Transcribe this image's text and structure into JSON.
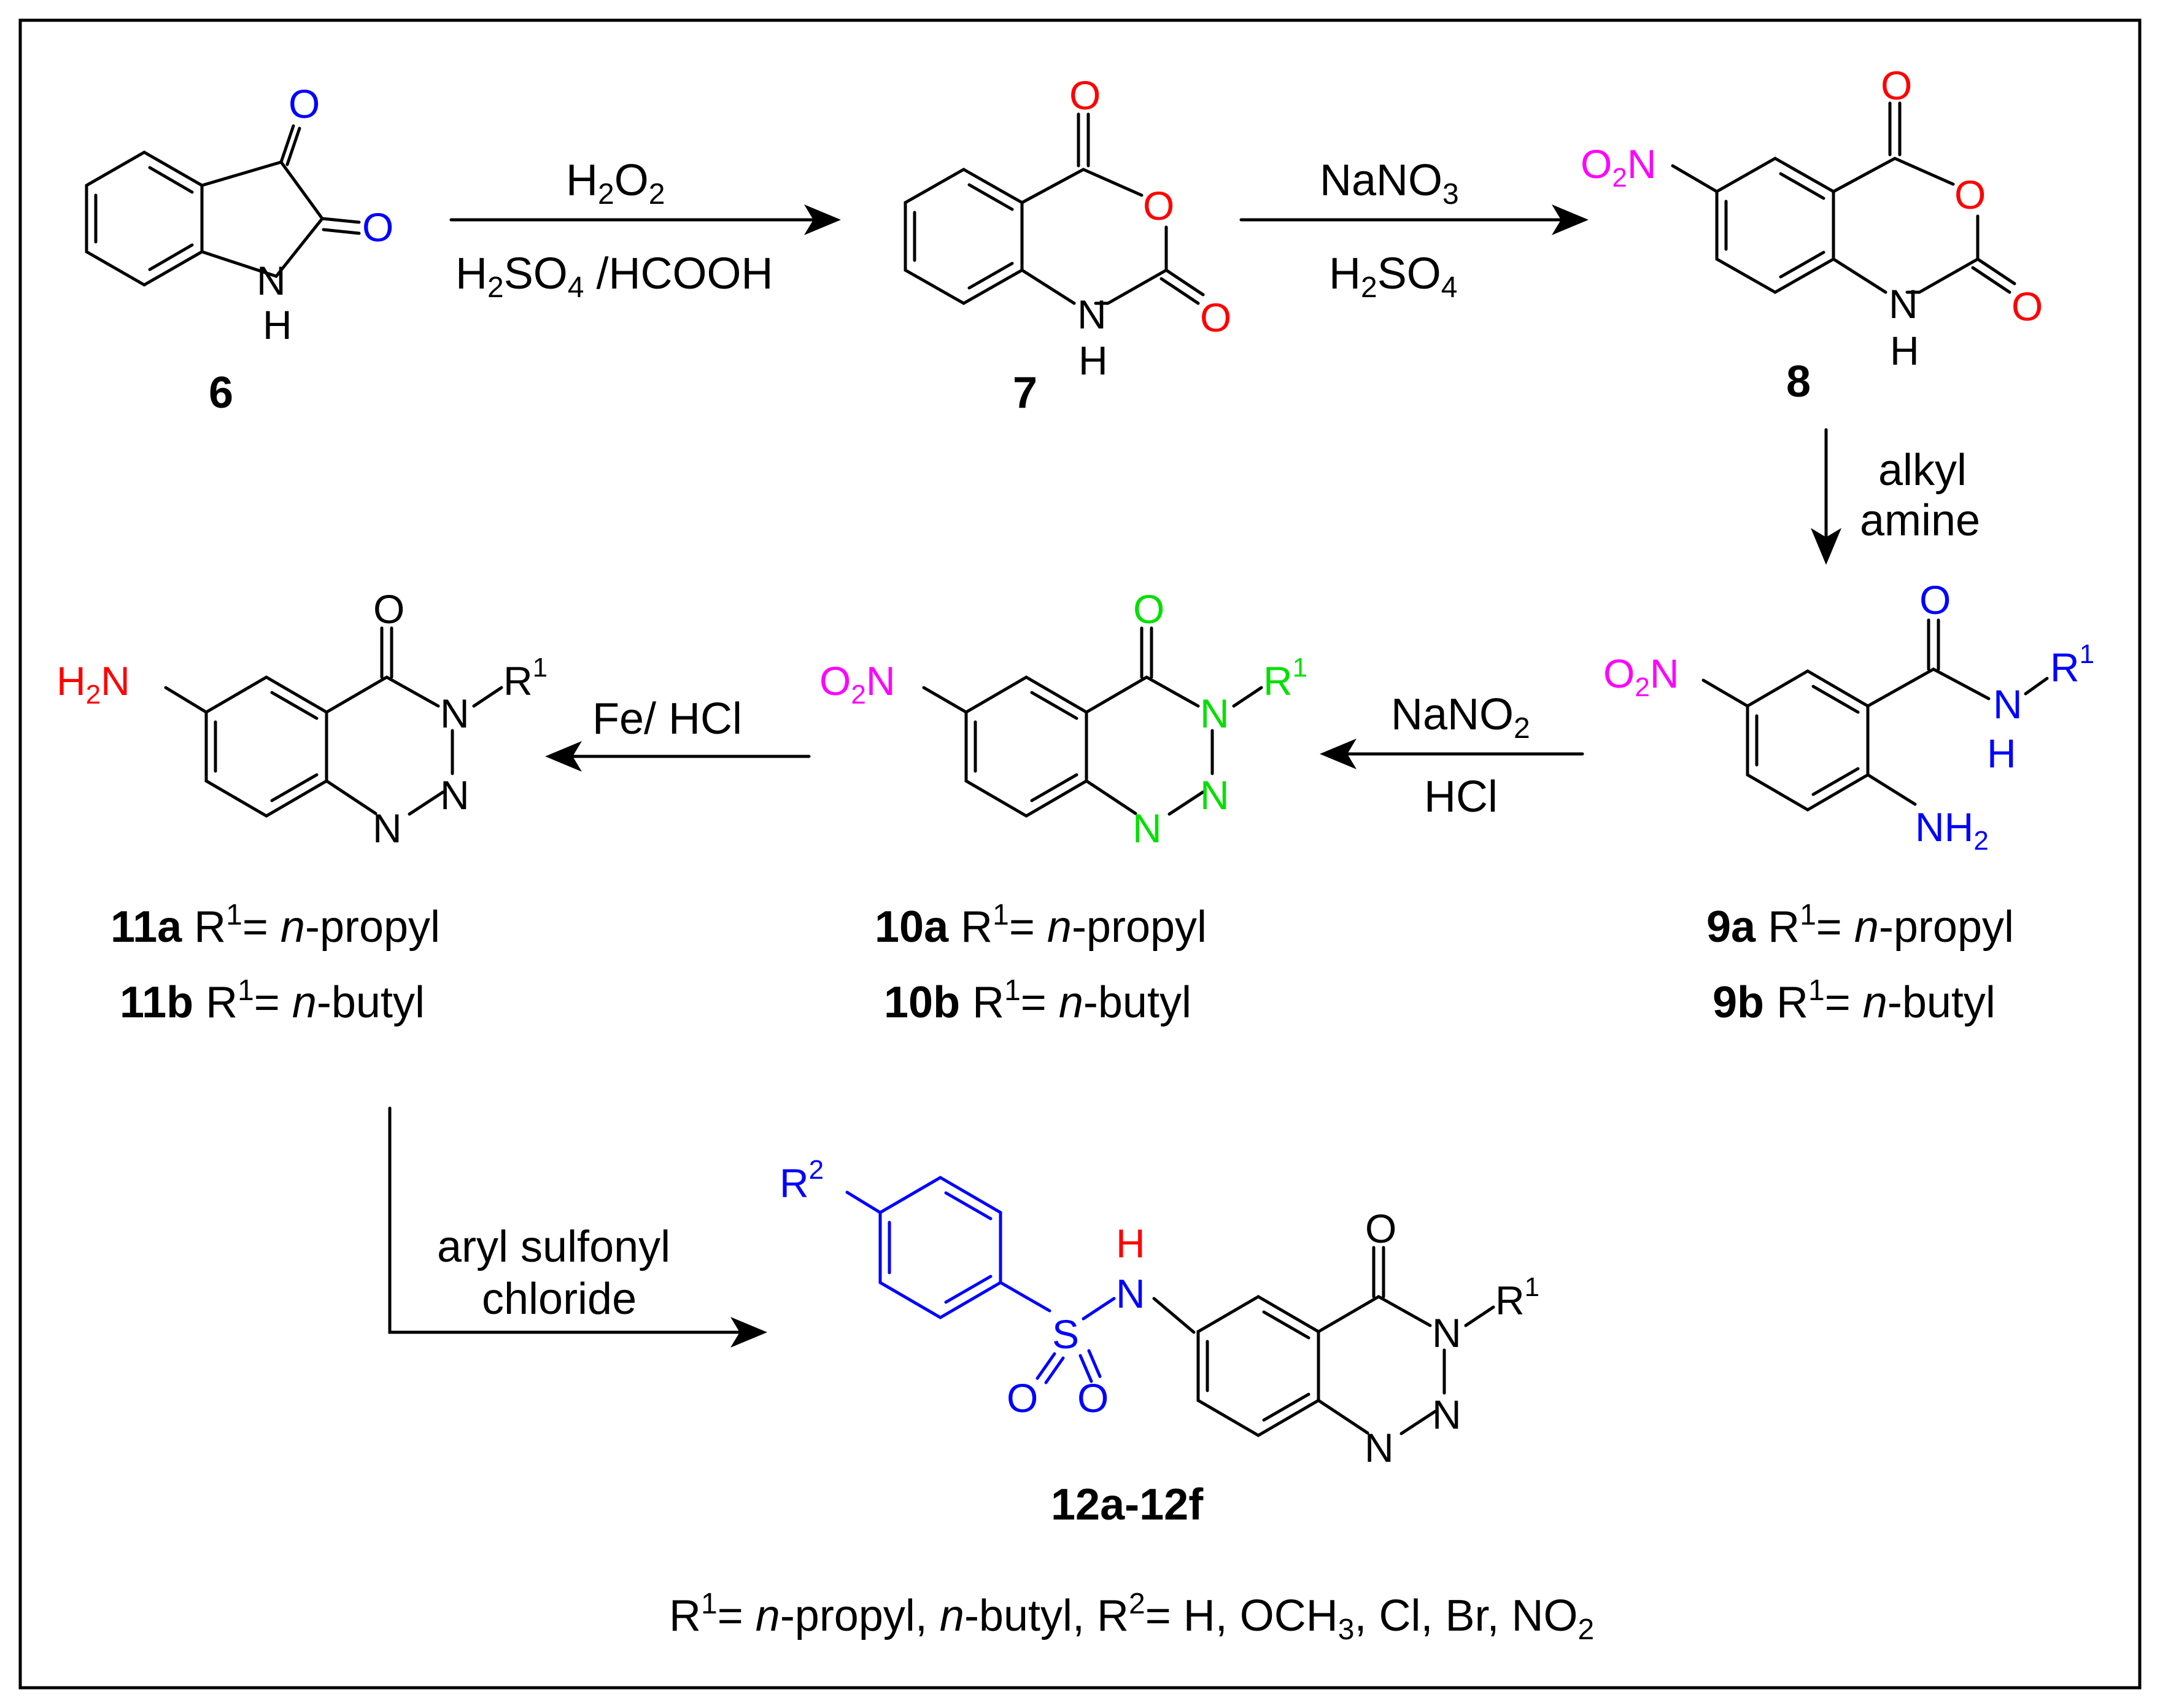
{
  "colors": {
    "o_isatin": "#0000ff",
    "o_anhydride": "#ff0000",
    "nitro": "#ff00ff",
    "amide_amine": "#0000ff",
    "triazinone": "#00e000",
    "aniline": "#ff0000",
    "sulfonyl": "#0000ff",
    "black": "#000000"
  },
  "atoms": {
    "O": "O",
    "N": "N",
    "H": "H",
    "S": "S",
    "R": "R",
    "sup1": "1",
    "sup2": "2",
    "sub2": "2",
    "NH2_N": "NH",
    "H2N_H": "H",
    "H2N_N": "N",
    "O2N_O": "O",
    "O2N_N": "N"
  },
  "reagents": {
    "step1": {
      "line1_a": "H",
      "line1_sub1": "2",
      "line1_b": "O",
      "line1_sub2": "2",
      "line2_a": "H",
      "line2_sub1": "2",
      "line2_b": "SO",
      "line2_sub2": "4",
      "line2_c": " /HCOOH"
    },
    "step2": {
      "line1_a": "NaNO",
      "line1_sub": "3",
      "line2_a": "H",
      "line2_sub1": "2",
      "line2_b": "SO",
      "line2_sub2": "4"
    },
    "step3": {
      "line1": "alkyl",
      "line2": "amine"
    },
    "step4": {
      "line1_a": "NaNO",
      "line1_sub": "2",
      "line2": "HCl"
    },
    "step5": {
      "line1": "Fe/ HCl"
    },
    "step6": {
      "line1": "aryl sulfonyl",
      "line2": "chloride"
    }
  },
  "compounds": {
    "c6": "6",
    "c7": "7",
    "c8": "8",
    "c9a": "9a",
    "c9b": "9b",
    "c10a": "10a",
    "c10b": "10b",
    "c11a": "11a",
    "c11b": "11b",
    "c12": "12a-12f"
  },
  "substituents": {
    "r1_eq": "= ",
    "propyl_n": "n",
    "propyl": "-propyl",
    "butyl_n": "n",
    "butyl": "-butyl"
  },
  "footnote": {
    "r1": "R",
    "r1_sup": "1",
    "r1_eq": "= ",
    "n1": "n",
    "propyl": "-propyl, ",
    "n2": "n",
    "butyl": "-butyl, ",
    "r2": "R",
    "r2_sup": "2",
    "r2_eq": "= H, OCH",
    "och3_sub": "3",
    "rest": ", Cl, Br, NO",
    "no2_sub": "2"
  }
}
